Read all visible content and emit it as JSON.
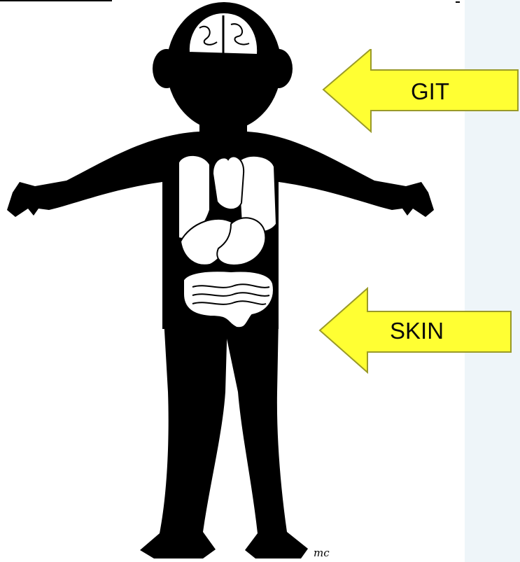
{
  "labels": {
    "git": "GIT",
    "skin": "SKIN"
  },
  "signature": "mc",
  "colors": {
    "silhouette": "#000000",
    "organs": "#ffffff",
    "arrow_fill": "#ffff33",
    "arrow_stroke": "#9a9a28",
    "label_text": "#0a0a0a",
    "background": "#ffffff",
    "right_strip": "#eef5f9"
  },
  "icons": {
    "figure": "human-body-silhouette",
    "brain": "brain-icon",
    "heart": "heart-icon",
    "lungs": "lungs-icon",
    "liver": "liver-icon",
    "stomach": "stomach-icon",
    "intestines": "intestines-icon",
    "pointer": "left-arrow-icon"
  }
}
